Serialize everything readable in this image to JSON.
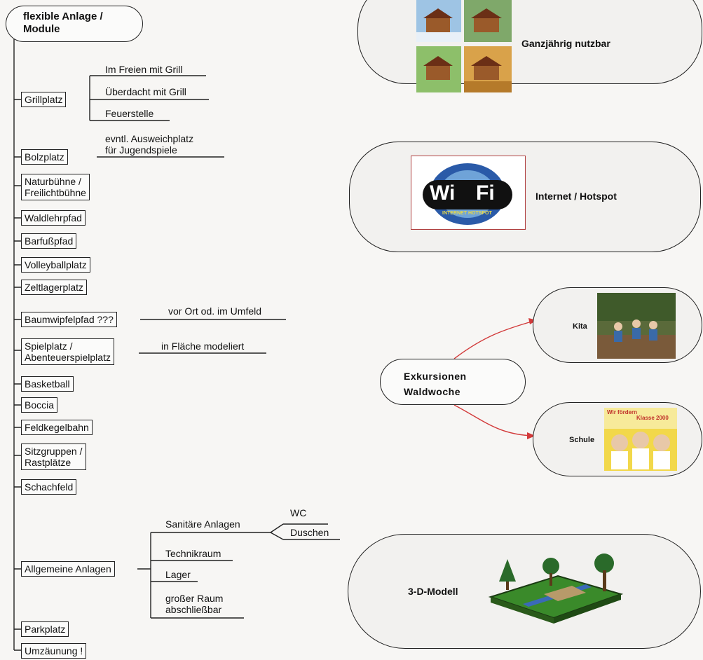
{
  "root": {
    "label": "flexible Anlage /\nModule"
  },
  "modules": [
    {
      "label": "Grillplatz"
    },
    {
      "label": "Bolzplatz"
    },
    {
      "label": "Naturbühne /\nFreilichtbühne"
    },
    {
      "label": "Waldlehrpfad"
    },
    {
      "label": "Barfußpfad"
    },
    {
      "label": "Volleyballplatz"
    },
    {
      "label": "Zeltlagerplatz"
    },
    {
      "label": "Baumwipfelpfad ???"
    },
    {
      "label": "Spielplatz /\nAbenteuerspielplatz"
    },
    {
      "label": "Basketball"
    },
    {
      "label": "Boccia"
    },
    {
      "label": "Feldkegelbahn"
    },
    {
      "label": "Sitzgruppen /\nRastplätze"
    },
    {
      "label": "Schachfeld"
    },
    {
      "label": "Allgemeine Anlagen"
    },
    {
      "label": "Parkplatz"
    },
    {
      "label": "Umzäunung !"
    }
  ],
  "grill_children": [
    "Im Freien mit Grill",
    "Überdacht mit Grill",
    "Feuerstelle"
  ],
  "bolz_note": "evntl. Ausweichplatz\nfür Jugendspiele",
  "baum_note": "vor Ort od. im Umfeld",
  "spiel_note": "in Fläche modeliert",
  "allg_children": {
    "sanitaer": "Sanitäre Anlagen",
    "wc": "WC",
    "duschen": "Duschen",
    "technik": "Technikraum",
    "lager": "Lager",
    "raum": "großer Raum\nabschließbar"
  },
  "panels": {
    "year": {
      "label": "Ganzjährig nutzbar"
    },
    "wifi": {
      "label": "Internet / Hotspot",
      "logo_left": "Wi",
      "logo_right": "Fi",
      "logo_sub": "INTERNET HOTSPOT"
    },
    "exkursion": {
      "label": "Exkursionen\nWaldwoche"
    },
    "kita": {
      "label": "Kita"
    },
    "schule": {
      "label": "Schule",
      "poster_title": "Wir fördern",
      "poster_sub": "Klasse 2000"
    },
    "modell": {
      "label": "3-D-Modell"
    }
  },
  "colors": {
    "arrow": "#d23a3a",
    "line": "#222222",
    "sky": "#6aa0d8",
    "tree": "#3a7a2a",
    "house": "#9a5a2a"
  }
}
